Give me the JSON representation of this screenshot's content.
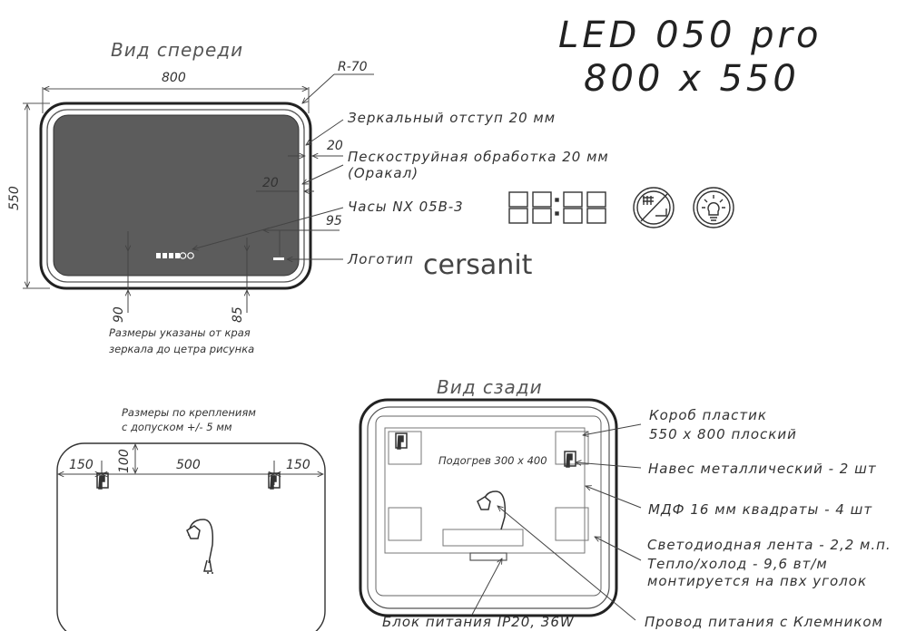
{
  "title": {
    "model": "LED 050 pro",
    "size": "800 x 550"
  },
  "front": {
    "section_title": "Вид спереди",
    "dims": {
      "width": "800",
      "height": "550",
      "radius": "R-70",
      "d20a": "20",
      "d20b": "20",
      "d95": "95",
      "d90": "90",
      "d85": "85"
    },
    "callouts": {
      "mirror_offset": "Зеркальный отступ 20 мм",
      "sandblast_1": "Пескоструйная обработка 20 мм",
      "sandblast_2": "(Оракал)",
      "clock": "Часы NX 05B-3",
      "logo": "Логотип"
    },
    "logo_text": "cersanit",
    "note_1": "Размеры указаны от края",
    "note_2": "зеркала до цетра рисунка"
  },
  "mounts": {
    "note_1": "Размеры по креплениям",
    "note_2": "с допуском +/- 5 мм",
    "dims": {
      "left": "150",
      "middle": "500",
      "right": "150",
      "top": "100"
    }
  },
  "back": {
    "section_title": "Вид сзади",
    "heater": "Подогрев 300 x 400",
    "callouts": {
      "box_1": "Короб пластик",
      "box_2": "550 x 800 плоский",
      "hanger": "Навес металлический - 2 шт",
      "mdf": "МДФ 16 мм квадраты - 4 шт",
      "led_1": "Светодиодная лента - 2,2 м.п.",
      "led_2": "Тепло/холод - 9,6 вт/м",
      "led_3": "монтируется на пвх уголок",
      "psu": "Блок питания IP20, 36W",
      "cable": "Провод питания с Клемником"
    }
  },
  "icons": [
    "clock-digits-icon",
    "heating-toggle-icon",
    "light-toggle-icon",
    "cable-plug-icon",
    "wall-hanger-icon"
  ]
}
